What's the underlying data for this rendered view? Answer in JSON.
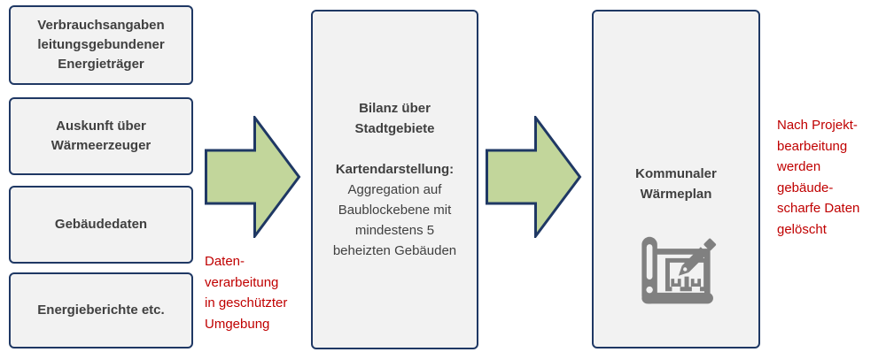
{
  "flow": {
    "inputs": [
      {
        "label": "Verbrauchsangaben\nleitungsgebundener\nEnergieträger"
      },
      {
        "label": "Auskunft über\nWärmeerzeuger"
      },
      {
        "label": "Gebäudedaten"
      },
      {
        "label": "Energieberichte etc."
      }
    ],
    "process_box": {
      "title": "Bilanz über\nStadtgebiete",
      "subtitle": "Kartendarstellung:",
      "body": "Aggregation auf\nBaublockebene mit\nmindestens 5\nbeheizten Gebäuden"
    },
    "output_box": {
      "title": "Kommunaler\nWärmeplan",
      "icon": "blueprint-pencil-icon"
    },
    "annotations": {
      "left_note": "Daten-\nverarbeitung\nin geschützter\nUmgebung",
      "right_note": "Nach Projekt-\nbearbeitung\nwerden\ngebäude-\nscharfe Daten\ngelöscht"
    }
  },
  "colors": {
    "arrow_fill": "#c2d69b",
    "outline_navy": "#1f3864",
    "box_fill": "#f2f2f2",
    "text_gray": "#404040",
    "annotation_red": "#c00000",
    "icon_gray": "#808080",
    "background": "#ffffff"
  }
}
